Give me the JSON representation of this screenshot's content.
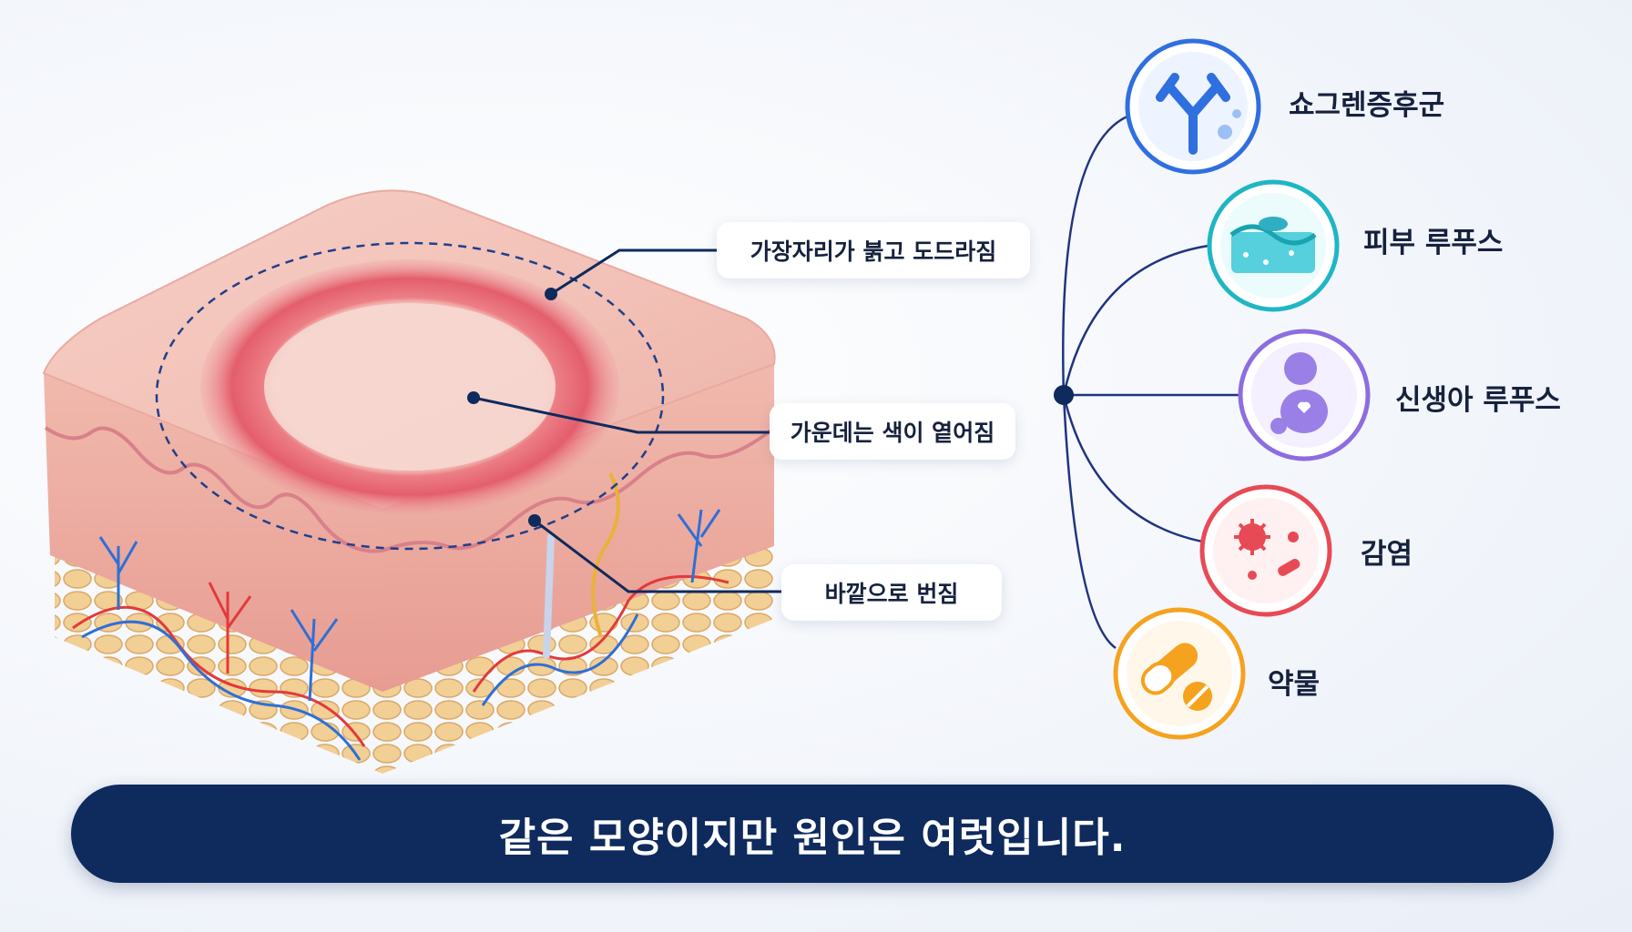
{
  "callouts": {
    "edge": "가장자리가 붉고 도드라짐",
    "center": "가운데는 색이 옅어짐",
    "spread": "바깥으로 번짐"
  },
  "causes": [
    {
      "label": "쇼그렌증후군",
      "icon": "antibody-icon",
      "color": "#2f6fe0"
    },
    {
      "label": "피부 루푸스",
      "icon": "skin-layer-icon",
      "color": "#1fb6c4"
    },
    {
      "label": "신생아 루푸스",
      "icon": "baby-icon",
      "color": "#8d6de0"
    },
    {
      "label": "감염",
      "icon": "virus-icon",
      "color": "#e84a55"
    },
    {
      "label": "약물",
      "icon": "pill-icon",
      "color": "#f5a21f"
    }
  ],
  "banner": "같은 모양이지만 원인은 여럿입니다."
}
